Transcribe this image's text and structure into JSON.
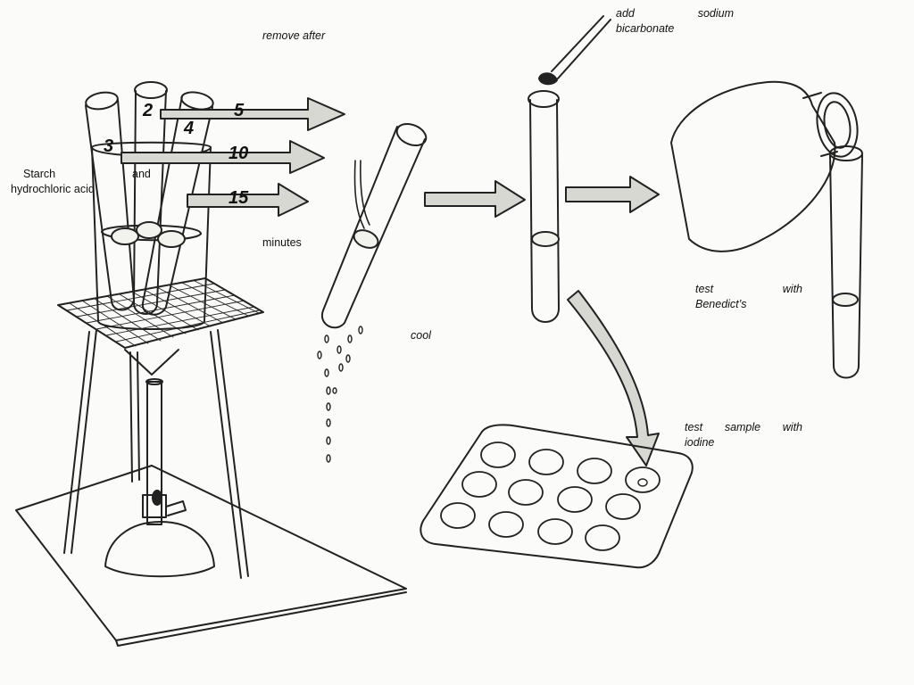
{
  "labels": {
    "remove_after": "remove after",
    "add": "add",
    "sodium": "sodium",
    "bicarbonate": "bicarbonate",
    "starch": "Starch",
    "and": "and",
    "hydrochloric_acid": "hydrochloric acid",
    "minutes": "minutes",
    "cool": "cool",
    "test1": "test",
    "with1": "with",
    "benedicts": "Benedict’s",
    "test2": "test",
    "sample": "sample",
    "with2": "with",
    "iodine": "iodine"
  },
  "tube_numbers": {
    "t2": "2",
    "t3": "3",
    "t4": "4"
  },
  "time_arrows": {
    "a1": "5",
    "a2": "10",
    "a3": "15"
  },
  "colors": {
    "line": "#222222",
    "arrow_fill": "#d8d8d2",
    "paper": "#fbfbf9"
  }
}
